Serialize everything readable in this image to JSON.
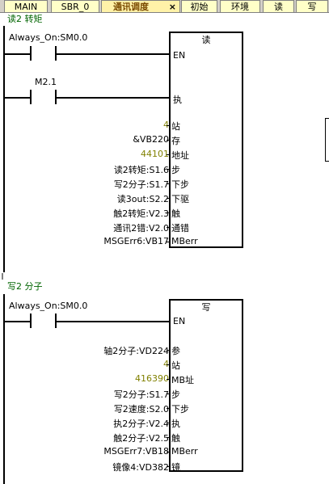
{
  "tabs": [
    {
      "label": "MAIN",
      "active": false
    },
    {
      "label": "SBR_0",
      "active": false
    },
    {
      "label": "通讯调度",
      "active": true
    },
    {
      "label": "初始",
      "active": false
    },
    {
      "label": "环境",
      "active": false
    },
    {
      "label": "读",
      "active": false
    },
    {
      "label": "写",
      "active": false
    }
  ],
  "close_glyph": "×",
  "network1": {
    "title": "读2 转矩",
    "contact1": "Always_On:SM0.0",
    "contact2": "M2.1",
    "box_title": "读",
    "en": "EN",
    "exec": "执",
    "params": [
      {
        "value": "4",
        "pin": "站",
        "const": true
      },
      {
        "value": "&VB220",
        "pin": "存",
        "const": false
      },
      {
        "value": "44101",
        "pin": "地址",
        "const": true
      },
      {
        "value": "读2转矩:S1.6",
        "pin": "步",
        "const": false
      },
      {
        "value": "写2分子:S1.7",
        "pin": "下步",
        "const": false
      },
      {
        "value": "读3out:S2.2",
        "pin": "下驱",
        "const": false
      },
      {
        "value": "触2转矩:V2.3",
        "pin": "触",
        "const": false
      },
      {
        "value": "通讯2错:V2.0",
        "pin": "通错",
        "const": false
      },
      {
        "value": "MSGErr6:VB17",
        "pin": "MBerr",
        "const": false
      }
    ]
  },
  "network2": {
    "title": "写2 分子",
    "contact1": "Always_On:SM0.0",
    "box_title": "写",
    "en": "EN",
    "params": [
      {
        "value": "轴2分子:VD224",
        "pin": "参",
        "const": false
      },
      {
        "value": "4",
        "pin": "站",
        "const": true
      },
      {
        "value": "416390",
        "pin": "MB址",
        "const": true
      },
      {
        "value": "写2分子:S1.7",
        "pin": "步",
        "const": false
      },
      {
        "value": "写2速度:S2.0",
        "pin": "下步",
        "const": false
      },
      {
        "value": "执2分子:V2.4",
        "pin": "执",
        "const": false
      },
      {
        "value": "触2分子:V2.5",
        "pin": "触",
        "const": false
      },
      {
        "value": "MSGErr7:VB18",
        "pin": "MBerr",
        "const": false
      },
      {
        "value": "镜像4:VD382",
        "pin": "镜",
        "const": false
      }
    ]
  }
}
